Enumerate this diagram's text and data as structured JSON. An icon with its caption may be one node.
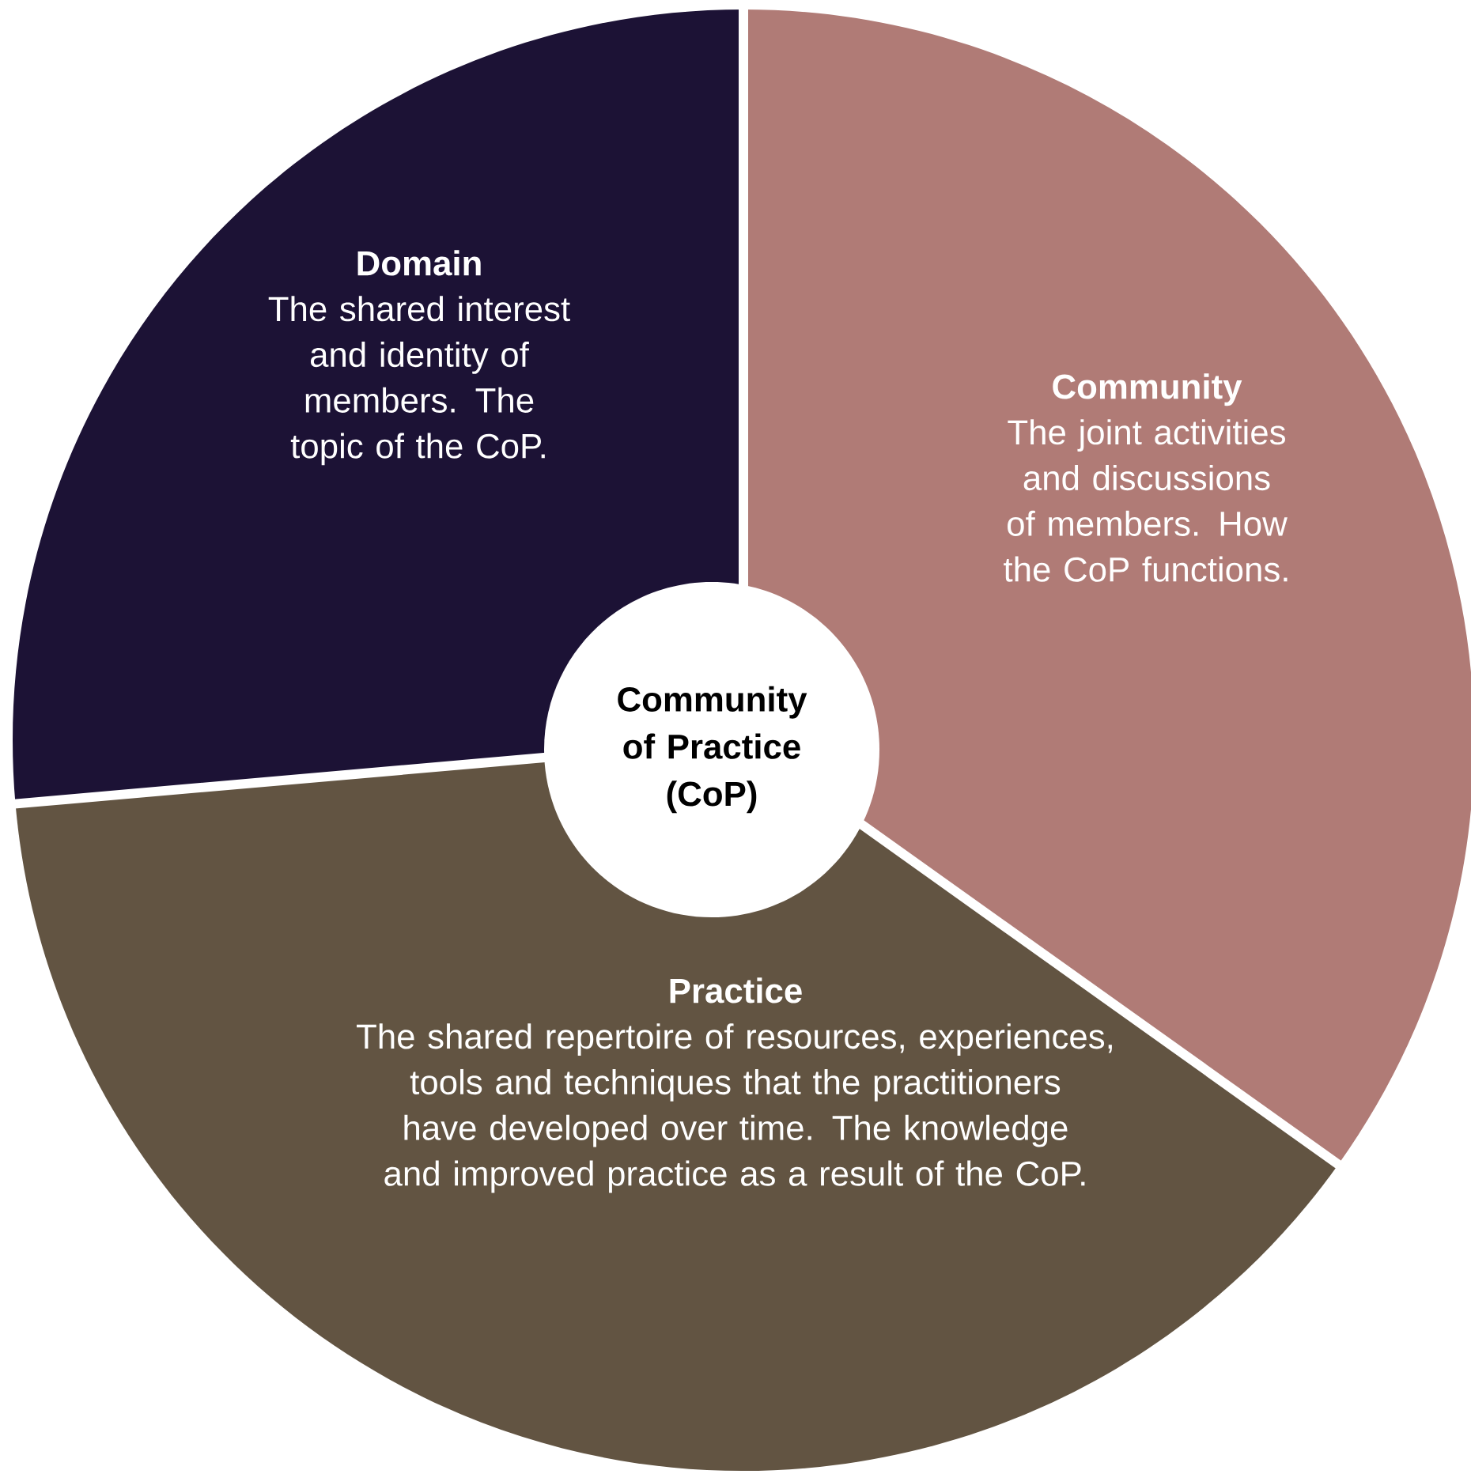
{
  "diagram": {
    "nodes": [
      {
        "text": [
          "Domain",
          "The shared interest and identity of members. The topic of the CoP."
        ]
      },
      {
        "text": [
          "Community",
          "The joint activities and discussions of members. How the CoP functions."
        ]
      },
      {
        "text": [
          "Community of Practice (CoP)"
        ]
      },
      {
        "text": [
          "Practice",
          "The shared repertoire of resources, experiences, tools and techniques that the practitioners have developed over time. The knowledge and improved practice as a result of the CoP."
        ]
      }
    ]
  }
}
